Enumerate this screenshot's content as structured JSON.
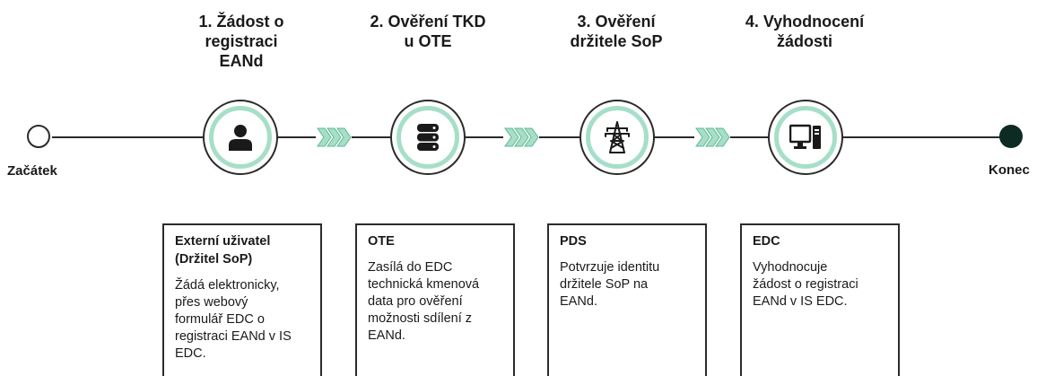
{
  "start_label": "Začátek",
  "end_label": "Konec",
  "accent_color": "#a6dfc7",
  "steps": [
    {
      "title": "1. Žádost o\nregistraci\nEANd",
      "icon": "person-icon",
      "actor": "Externí uživatel\n     (Držitel SoP)",
      "description": "Žádá elektronicky,\npřes webový\nformulář EDC o\nregistraci EANd v IS\nEDC."
    },
    {
      "title": "2. Ověření TKD\nu OTE",
      "icon": "database-icon",
      "actor": "OTE",
      "description": "Zasílá do EDC\ntechnická kmenová\ndata pro ověření\nmožnosti sdílení z\nEANd."
    },
    {
      "title": "3. Ověření\ndržitele SoP",
      "icon": "power-pylon-icon",
      "actor": "PDS",
      "description": "Potvrzuje identitu\ndržitele SoP na\nEANd."
    },
    {
      "title": "4. Vyhodnocení\nžádosti",
      "icon": "computer-icon",
      "actor": "EDC",
      "description": "Vyhodnocuje\nžádost o registraci\nEANd v IS EDC."
    }
  ]
}
